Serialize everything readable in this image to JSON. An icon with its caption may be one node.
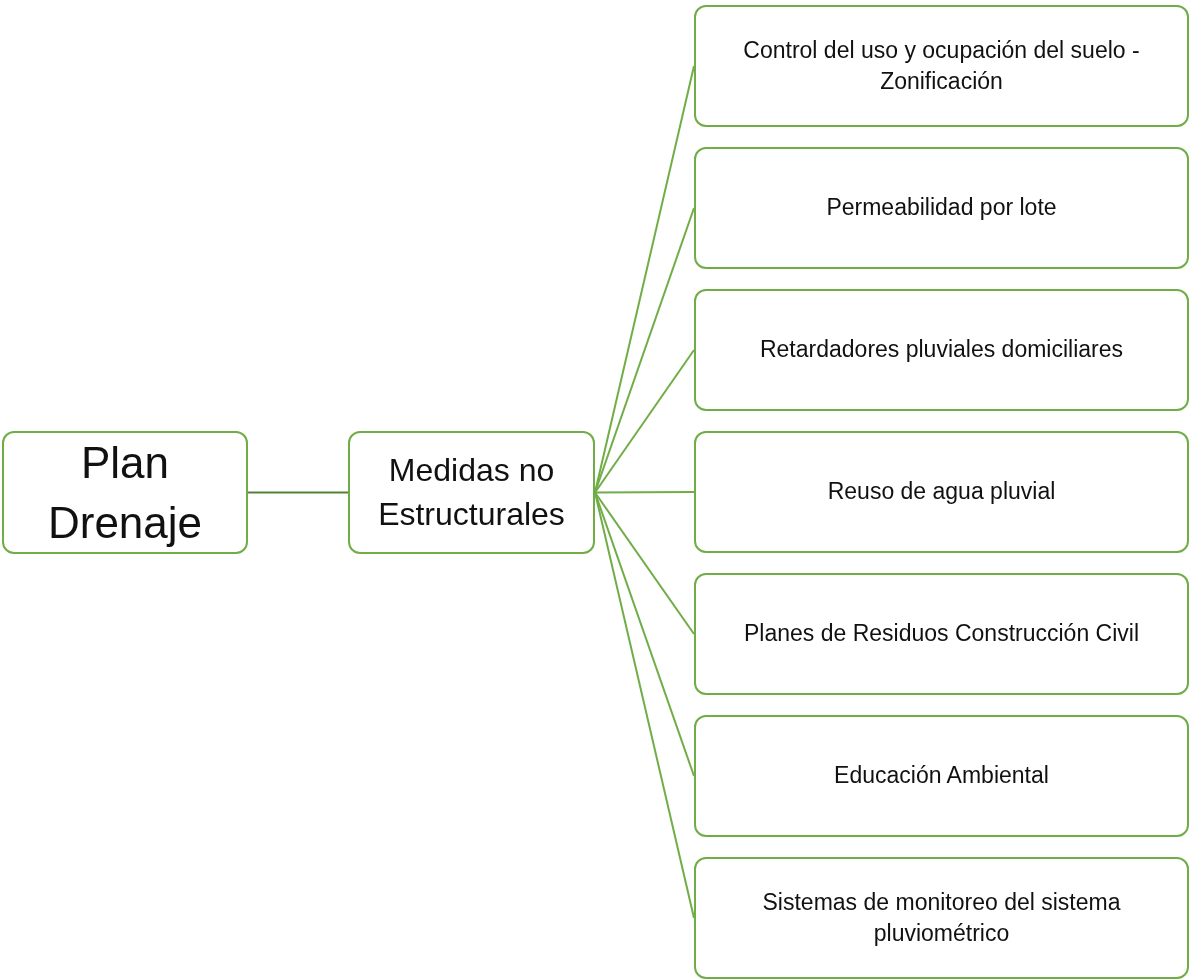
{
  "diagram": {
    "nodes": [
      {
        "text": [
          "Plan Drenaje"
        ]
      },
      {
        "text": [
          "Medidas no Estructurales"
        ]
      },
      {
        "text": [
          "Control del uso y ocupación del suelo - Zonificación"
        ]
      },
      {
        "text": [
          "Permeabilidad por lote"
        ]
      },
      {
        "text": [
          "Retardadores pluviales domiciliares"
        ]
      },
      {
        "text": [
          "Reuso de agua pluvial"
        ]
      },
      {
        "text": [
          "Planes de Residuos Construcción Civil"
        ]
      },
      {
        "text": [
          "Educación Ambiental"
        ]
      },
      {
        "text": [
          "Sistemas de monitoreo del sistema pluviométrico"
        ]
      }
    ],
    "edges": [
      {
        "from": 0,
        "to": 1,
        "arrow": "none",
        "color": "#548235"
      },
      {
        "from": 1,
        "to": 2,
        "arrow": "none"
      },
      {
        "from": 1,
        "to": 3,
        "arrow": "none"
      },
      {
        "from": 1,
        "to": 4,
        "arrow": "none"
      },
      {
        "from": 1,
        "to": 5,
        "arrow": "none"
      },
      {
        "from": 1,
        "to": 6,
        "arrow": "none"
      },
      {
        "from": 1,
        "to": 7,
        "arrow": "none"
      },
      {
        "from": 1,
        "to": 8,
        "arrow": "none"
      }
    ]
  }
}
